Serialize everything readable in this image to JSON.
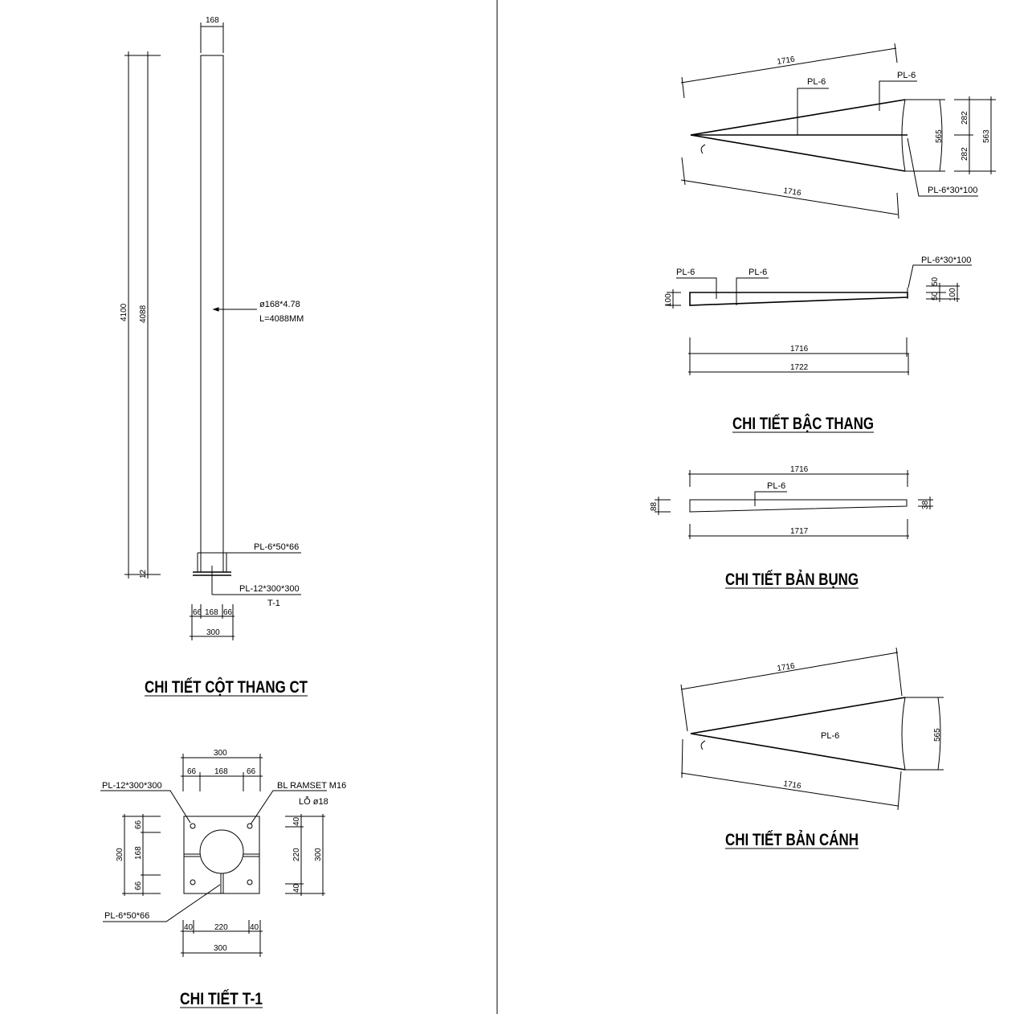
{
  "column": {
    "title": "CHI TIẾT CỘT THANG CT",
    "dim_top": "168",
    "dim_total": "4100",
    "dim_pipe": "4088",
    "dim_base": "12",
    "pipe_label": "ø168*4.78",
    "pipe_length": "L=4088MM",
    "stiffener_label": "PL-6*50*66",
    "baseplate_label": "PL-12*300*300",
    "baseplate_ref": "T-1",
    "dims_bottom": [
      "66",
      "168",
      "66"
    ],
    "dim_bottom_total": "300"
  },
  "t1": {
    "title": "CHI TIẾT T-1",
    "dim_top_total": "300",
    "dims_top": [
      "66",
      "168",
      "66"
    ],
    "dim_left_total": "300",
    "dims_left": [
      "66",
      "168",
      "66"
    ],
    "dims_right": [
      "40",
      "220",
      "40"
    ],
    "dim_right_total": "300",
    "dims_bottom": [
      "40",
      "220",
      "40"
    ],
    "dim_bottom_total": "300",
    "plate_label": "PL-12*300*300",
    "bolt_label": "BL RAMSET M16",
    "hole_label": "LỖ ø18",
    "stiffener_label": "PL-6*50*66"
  },
  "step": {
    "title": "CHI TIẾT BẬC THANG",
    "plan": {
      "dim_top": "1716",
      "dim_bottom": "1716",
      "label_web": "PL-6",
      "label_flange": "PL-6",
      "label_end": "PL-6*30*100",
      "arc": "565",
      "dims_right": [
        "282",
        "282"
      ],
      "dim_right_total": "563"
    },
    "section": {
      "label_1": "PL-6",
      "label_2": "PL-6",
      "label_end": "PL-6*30*100",
      "dim_left": "100",
      "dims_right": [
        "50",
        "50"
      ],
      "dim_right_total": "100",
      "dim_1": "1716",
      "dim_2": "1722"
    }
  },
  "web": {
    "title": "CHI TIẾT BẢN BỤNG",
    "dim_top": "1716",
    "dim_bottom": "1717",
    "label": "PL-6",
    "dim_left": "88",
    "dim_right": "38"
  },
  "flange": {
    "title": "CHI TIẾT BẢN CÁNH",
    "dim_top": "1716",
    "dim_bottom": "1716",
    "label": "PL-6",
    "arc": "565"
  }
}
